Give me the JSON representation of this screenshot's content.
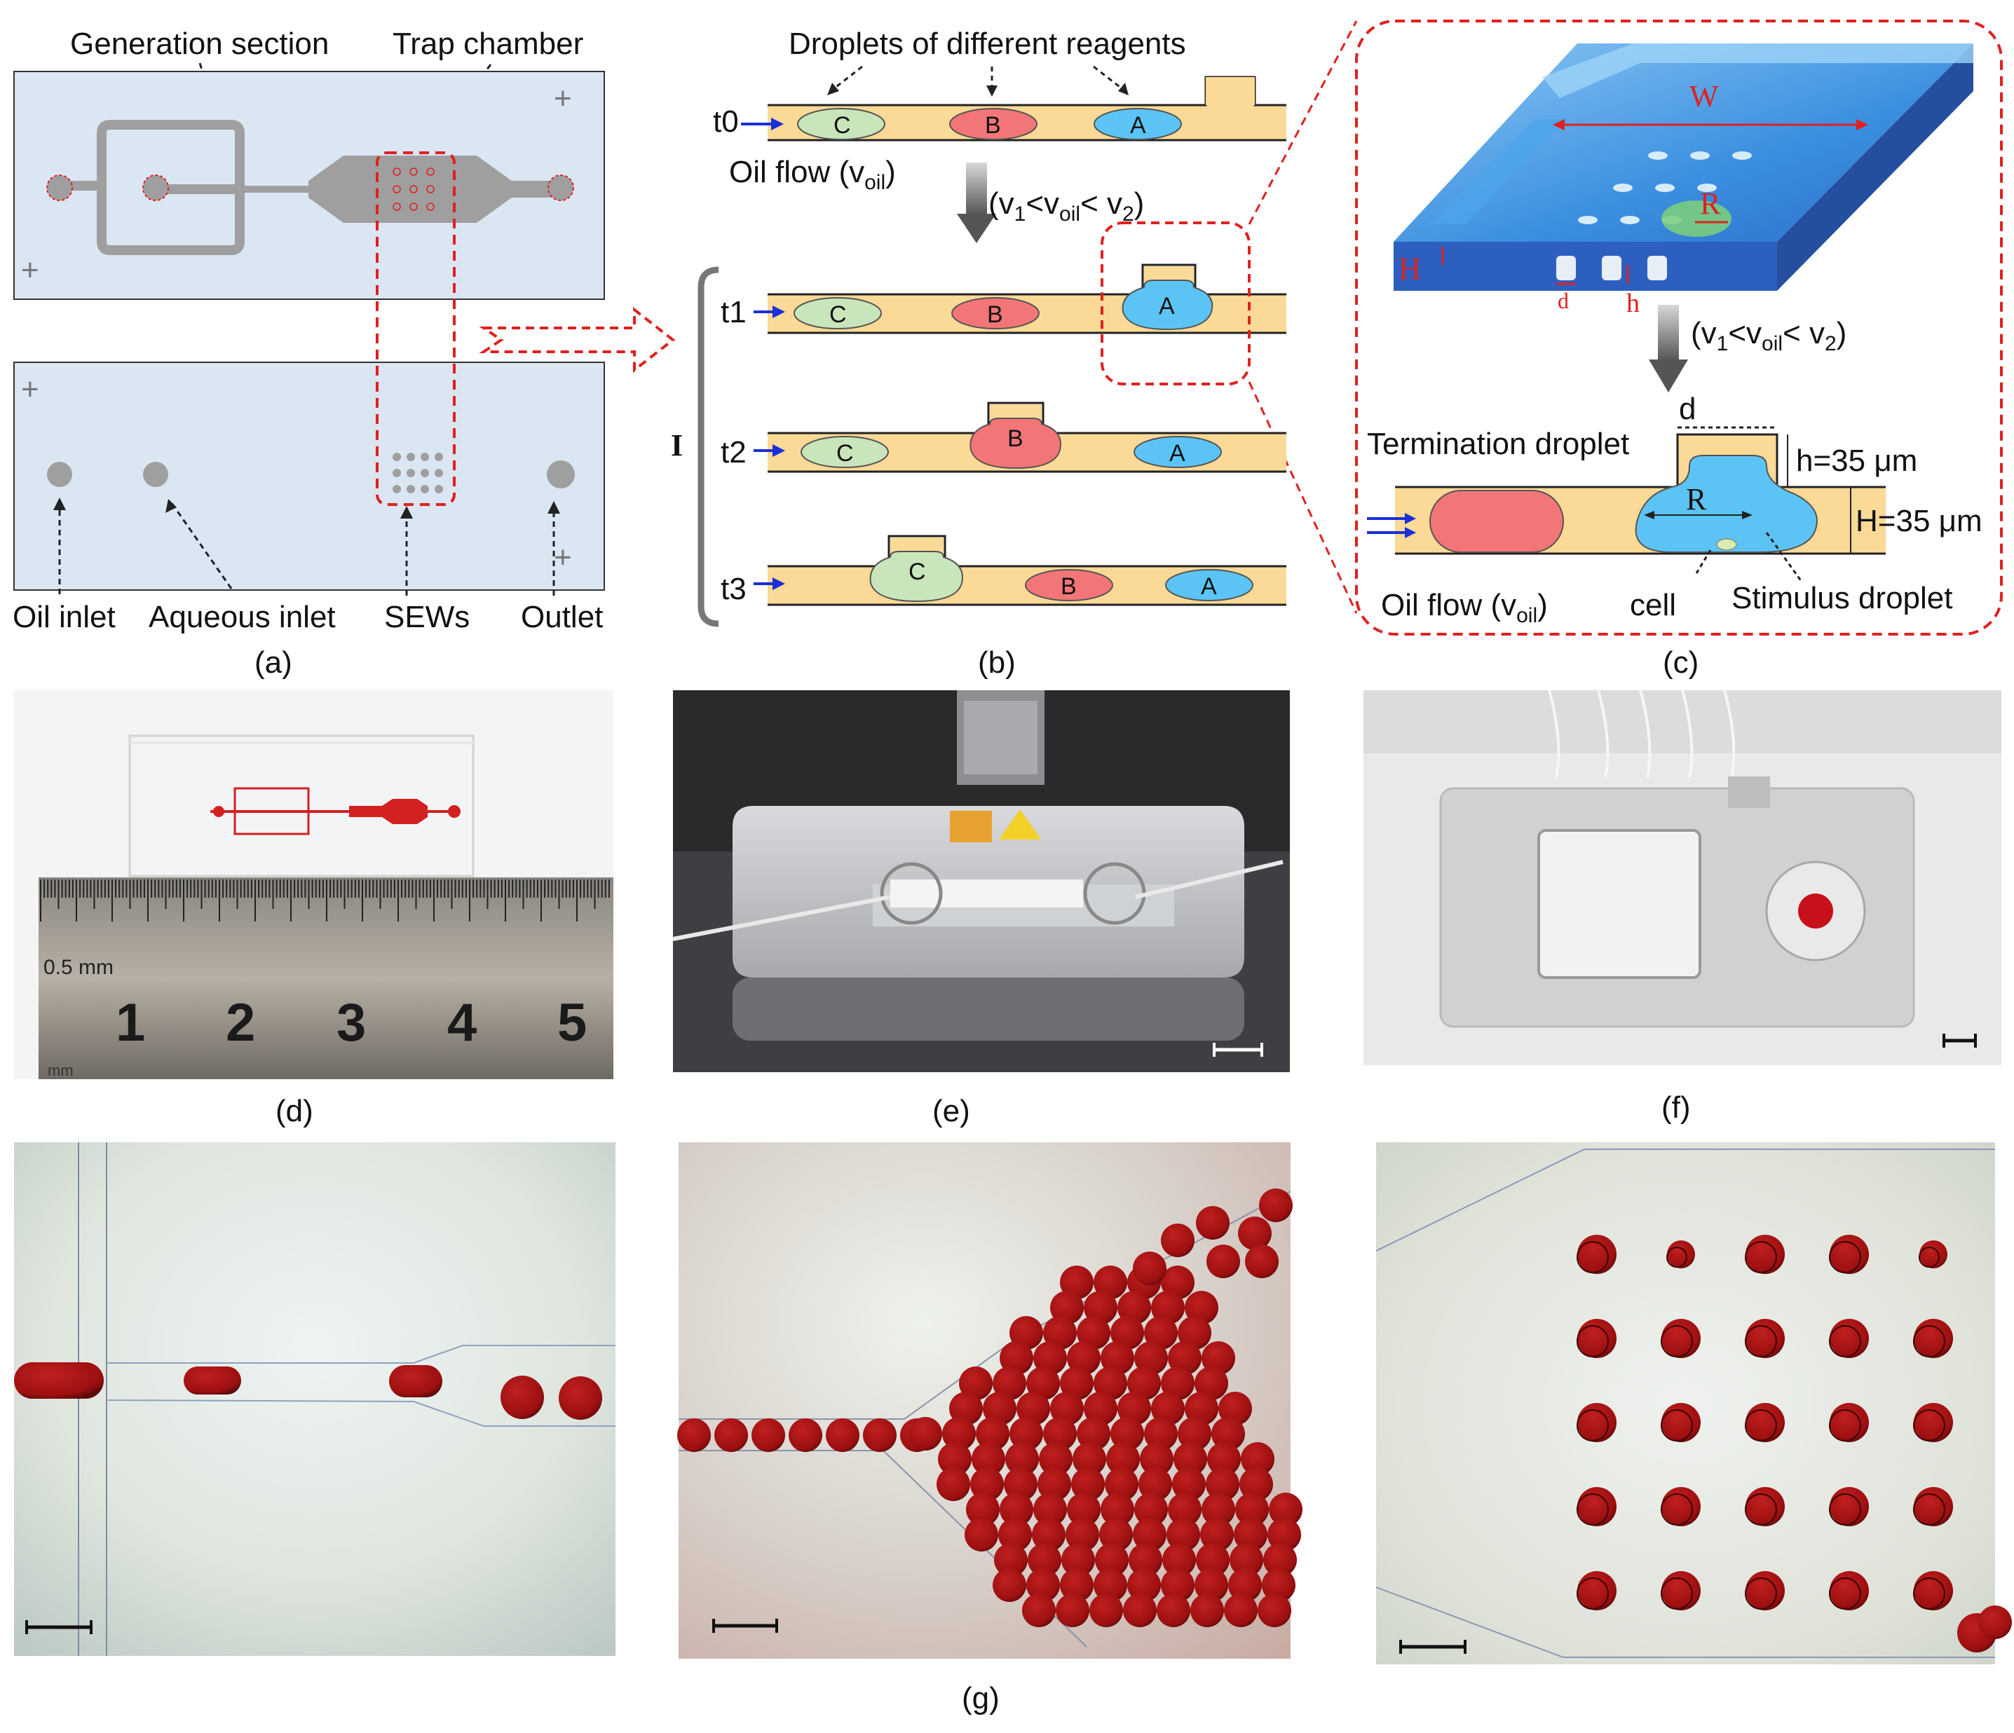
{
  "figure": {
    "panel_labels": {
      "a": "(a)",
      "b": "(b)",
      "c": "(c)",
      "d": "(d)",
      "e": "(e)",
      "f": "(f)",
      "g": "(g)"
    }
  },
  "panel_a": {
    "generation_section": "Generation section",
    "trap_chamber": "Trap chamber",
    "oil_inlet": "Oil inlet",
    "aqueous_inlet": "Aqueous inlet",
    "sews": "SEWs",
    "outlet": "Outlet",
    "plus": "+"
  },
  "panel_b": {
    "title": "Droplets of different reagents",
    "t0": "t0",
    "t1": "t1",
    "t2": "t2",
    "t3": "t3",
    "oil_flow": "Oil flow (v",
    "oil_sub": "oil",
    "close_paren": ")",
    "condition_prefix": "(v",
    "condition_mid": "<v",
    "condition_mid2": "< v",
    "condition_end": ")",
    "sub1": "1",
    "sub2": "2",
    "bracket_label": "I",
    "droplet_c": "C",
    "droplet_b": "B",
    "droplet_a": "A"
  },
  "panel_c": {
    "W": "W",
    "R": "R",
    "H": "H",
    "d": "d",
    "h": "h",
    "termination": "Termination droplet",
    "h_value": "h=35 μm",
    "H_value": "H=35 μm",
    "oil_flow": "Oil flow (v",
    "oil_sub": "oil",
    "close_paren": ")",
    "cell": "cell",
    "stimulus": "Stimulus droplet"
  },
  "panel_d": {
    "ruler_unit": "0.5 mm",
    "ruler_mm": "mm",
    "ruler_numbers": [
      "1",
      "2",
      "3",
      "4",
      "5"
    ]
  },
  "colors": {
    "chip_bg": "#dbe6f3",
    "channel_gray": "#9f9f9f",
    "oil_yellow": "#fbd996",
    "droplet_green": "#c9e5bb",
    "droplet_red": "#f27677",
    "droplet_blue": "#5cc4f4",
    "dashed_red": "#e02020",
    "chip_blue": "#3a7cd6"
  }
}
